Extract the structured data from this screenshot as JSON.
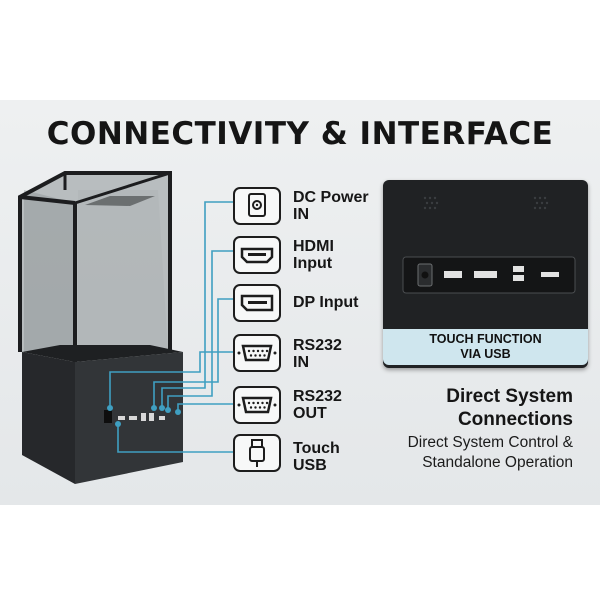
{
  "title": "CONNECTIVITY & INTERFACE",
  "ports": [
    {
      "line1": "DC Power",
      "line2": "IN",
      "icon": "dc-power-icon"
    },
    {
      "line1": "HDMI",
      "line2": "Input",
      "icon": "hdmi-port-icon"
    },
    {
      "line1": "DP Input",
      "line2": "",
      "icon": "displayport-icon"
    },
    {
      "line1": "RS232",
      "line2": "IN",
      "icon": "serial-port-icon"
    },
    {
      "line1": "RS232",
      "line2": "OUT",
      "icon": "serial-port-icon"
    },
    {
      "line1": "Touch",
      "line2": "USB",
      "icon": "usb-plug-icon"
    }
  ],
  "touch_label": {
    "line1": "TOUCH FUNCTION",
    "line2": "VIA USB"
  },
  "direct": {
    "heading_line1": "Direct System",
    "heading_line2": "Connections",
    "sub_line1": "Direct System Control &",
    "sub_line2": "Standalone Operation"
  },
  "colors": {
    "accent": "#3f9fc1",
    "dark": "#202224",
    "panel": "#e8ebed",
    "label_bg": "#cfe6ee"
  }
}
